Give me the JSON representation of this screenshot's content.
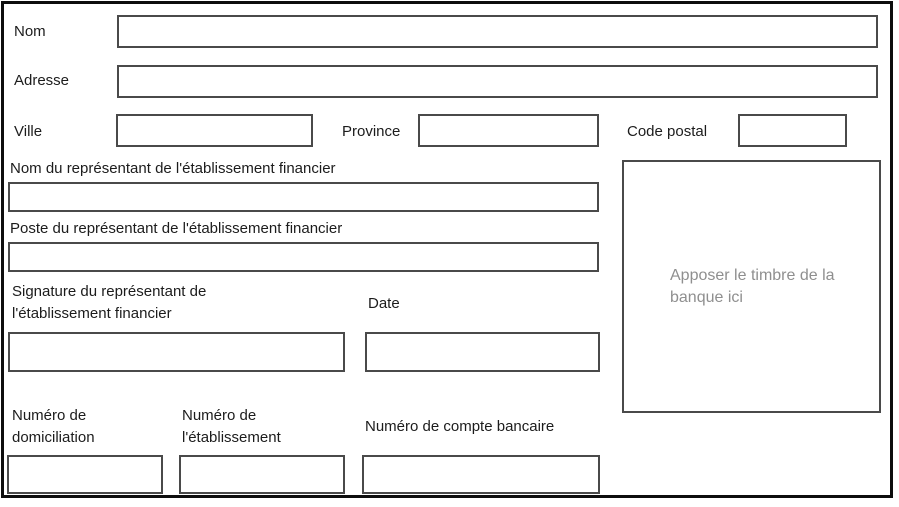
{
  "form": {
    "fields": {
      "nom": {
        "label": "Nom",
        "value": ""
      },
      "adresse": {
        "label": "Adresse",
        "value": ""
      },
      "ville": {
        "label": "Ville",
        "value": ""
      },
      "province": {
        "label": "Province",
        "value": ""
      },
      "code_postal": {
        "label": "Code postal",
        "value": ""
      },
      "nom_representant": {
        "label": "Nom du représentant de l'établissement financier",
        "value": ""
      },
      "poste_representant": {
        "label": "Poste du représentant de l'établissement financier",
        "value": ""
      },
      "signature_representant": {
        "label": "Signature du représentant de l'établissement financier",
        "value": ""
      },
      "date": {
        "label": "Date",
        "value": ""
      },
      "numero_domiciliation": {
        "label": "Numéro de domiciliation",
        "value": ""
      },
      "numero_etablissement": {
        "label": "Numéro de l'établissement",
        "value": ""
      },
      "numero_compte_bancaire": {
        "label": "Numéro de compte bancaire",
        "value": ""
      }
    },
    "stamp_box": {
      "placeholder": "Apposer le timbre de la banque ici"
    },
    "colors": {
      "page_border": "#0d0d0d",
      "field_border": "#4a4a4a",
      "label_text": "#1c1c1c",
      "placeholder_text": "#8f8f8f"
    }
  }
}
